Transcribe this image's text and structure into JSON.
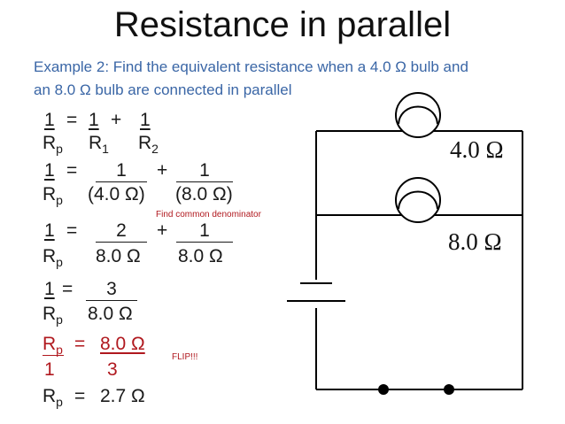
{
  "title": "Resistance in parallel",
  "problem": {
    "line1": "Example 2: Find the equivalent resistance when a 4.0 Ω bulb and",
    "line2": "an 8.0 Ω bulb are connected in parallel"
  },
  "step1": {
    "lhs": "1",
    "eq": "=",
    "t1": "1",
    "plus": "+",
    "t2": "1",
    "r": "R",
    "p": "p",
    "r1": "R",
    "one": "1",
    "r2": "R",
    "two": "2"
  },
  "step2": {
    "lhs": "1",
    "eq": "=",
    "t1": "1",
    "plus": "+",
    "t2": "1",
    "r": "R",
    "p": "p",
    "d1": "(4.0 Ω)",
    "d2": "(8.0 Ω)"
  },
  "note1": "Find common denominator",
  "step3": {
    "lhs": "1",
    "eq": "=",
    "t1": "2",
    "plus": "+",
    "t2": "1",
    "r": "R",
    "p": "p",
    "d1": "8.0 Ω",
    "d2": "8.0 Ω"
  },
  "step4": {
    "lhs": "1",
    "eq": "=",
    "t1": "3",
    "r": "R",
    "p": "p",
    "d1": "8.0 Ω"
  },
  "step5": {
    "r": "R",
    "p": "p",
    "eq": "=",
    "num": "8.0 Ω",
    "den_l": "1",
    "den_r": "3"
  },
  "note2": "FLIP!!!",
  "answer": {
    "r": "R",
    "p": "p",
    "eq": "=",
    "value": "2.7 Ω"
  },
  "circuit": {
    "bulb1": "4.0 Ω",
    "bulb2": "8.0 Ω"
  },
  "colors": {
    "title": "#111111",
    "problem": "#3a66a6",
    "emphasis": "#b0181e"
  }
}
